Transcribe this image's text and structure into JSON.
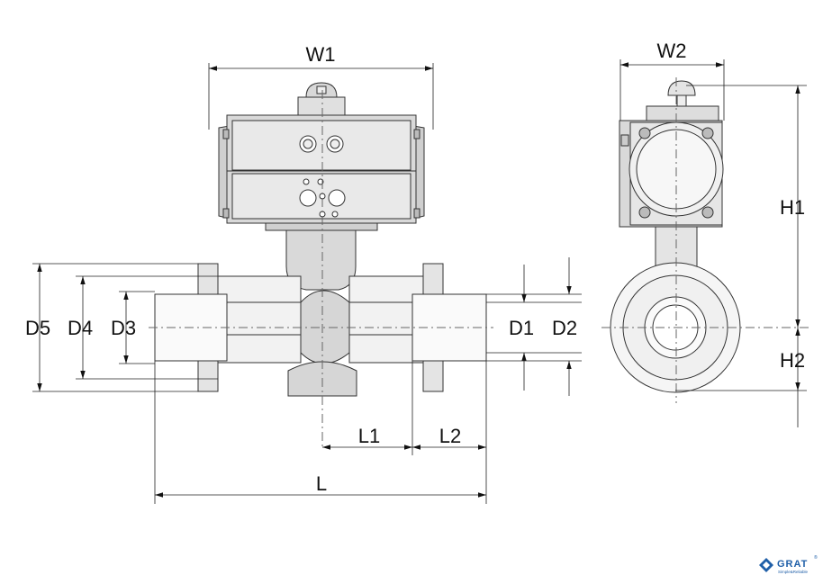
{
  "dimensions": {
    "w1": "W1",
    "w2": "W2",
    "h1": "H1",
    "h2": "H2",
    "d1": "D1",
    "d2": "D2",
    "d3": "D3",
    "d4": "D4",
    "d5": "D5",
    "l": "L",
    "l1": "L1",
    "l2": "L2"
  },
  "logo": {
    "name": "GRAT",
    "registered": "®",
    "tagline": "Simple&Reliable"
  },
  "colors": {
    "line": "#333333",
    "body_fill": "#d6d6d6",
    "logo_blue": "#1f5fa8"
  }
}
